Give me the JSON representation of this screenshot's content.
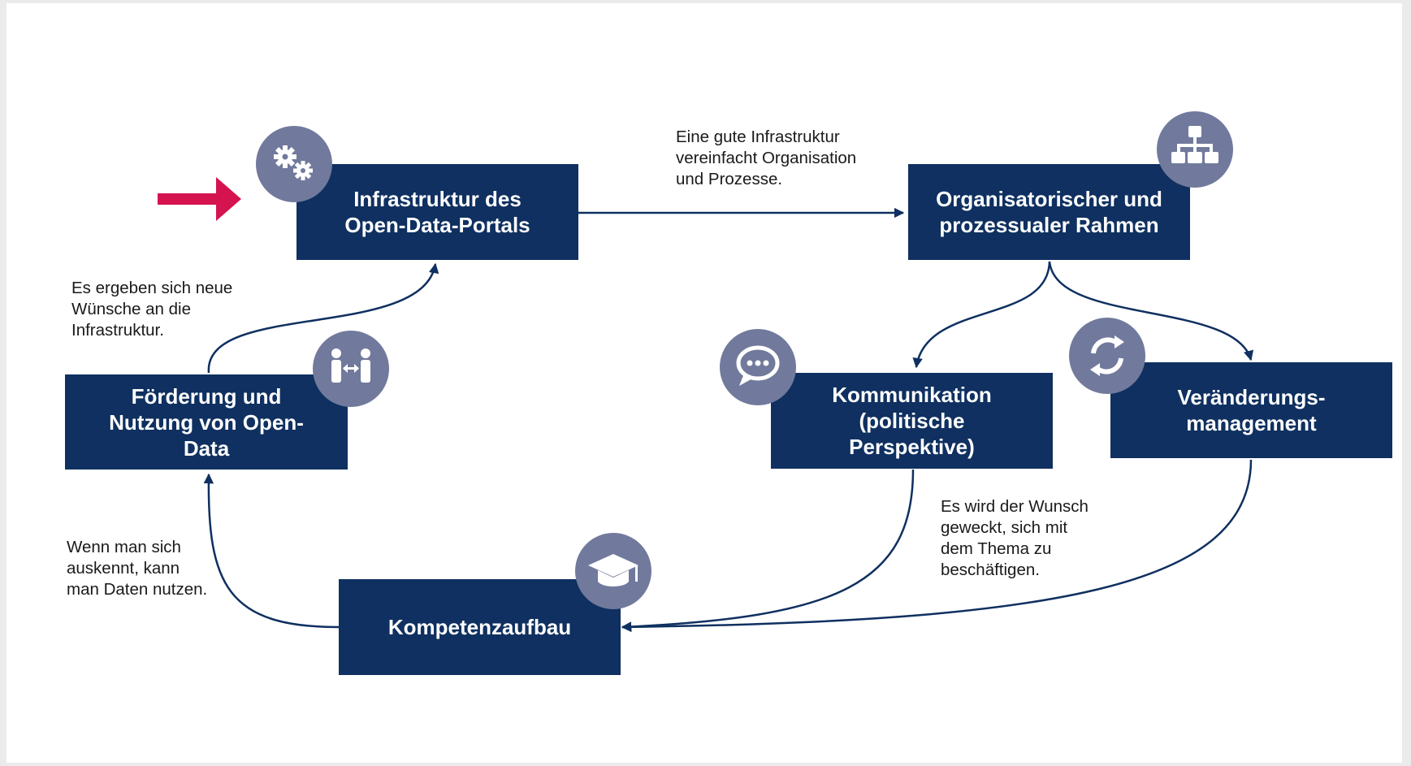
{
  "colors": {
    "box": "#0f3060",
    "icon_circle": "#717a9c",
    "start_arrow": "#d4134f",
    "connector": "#0f3060"
  },
  "boxes": {
    "infrastruktur": "Infrastruktur des\nOpen-Data-Portals",
    "organisatorisch": "Organisatorischer und\nprozessualer Rahmen",
    "kommunikation": "Kommunikation\n(politische\nPerspektive)",
    "veraenderung": "Veränderungs-\nmanagement",
    "kompetenz": "Kompetenzaufbau",
    "foerderung": "Förderung und\nNutzung von Open-\nData"
  },
  "notes": {
    "infra_to_org": "Eine gute Infrastruktur\nvereinfacht Organisation\nund Prozesse.",
    "to_kompetenz": "Es wird der Wunsch\ngeweckt, sich mit\ndem Thema zu\nbeschäftigen.",
    "kompetenz_to_foerderung": "Wenn man sich\nauskennt, kann\nman Daten nutzen.",
    "foerderung_to_infra": "Es ergeben sich neue\nWünsche an die\nInfrastruktur."
  },
  "icons": {
    "infrastruktur": "gears-icon",
    "organisatorisch": "org-chart-icon",
    "kommunikation": "speech-bubble-icon",
    "veraenderung": "refresh-icon",
    "kompetenz": "graduation-cap-icon",
    "foerderung": "people-exchange-icon"
  }
}
